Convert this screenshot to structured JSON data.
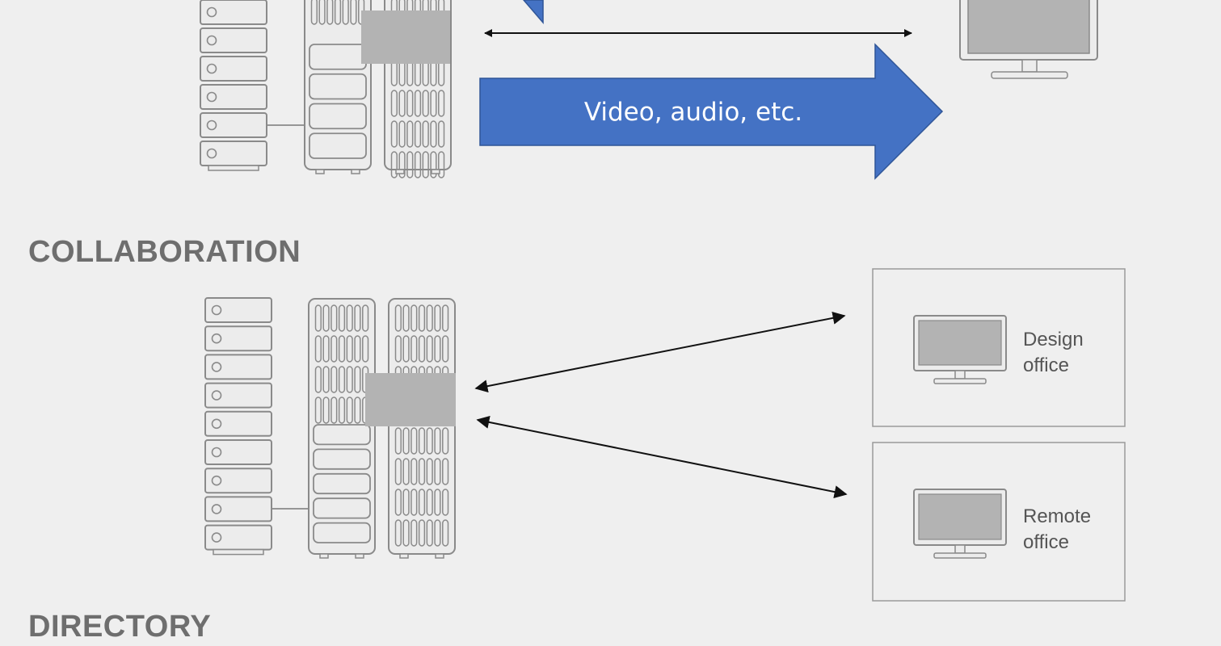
{
  "sections": {
    "collaboration_heading": "COLLABORATION",
    "directory_heading": "DIRECTORY"
  },
  "top_flow": {
    "big_arrow_label": "Video, audio, etc."
  },
  "offices": [
    {
      "line1": "Design",
      "line2": "office"
    },
    {
      "line1": "Remote",
      "line2": "office"
    }
  ],
  "colors": {
    "background": "#efefef",
    "arrow_fill": "#4472c4",
    "arrow_stroke": "#2f5597",
    "line_art": "#8a8a8a",
    "screen_fill": "#b3b3b3",
    "heading_text": "#6e6e6e"
  }
}
